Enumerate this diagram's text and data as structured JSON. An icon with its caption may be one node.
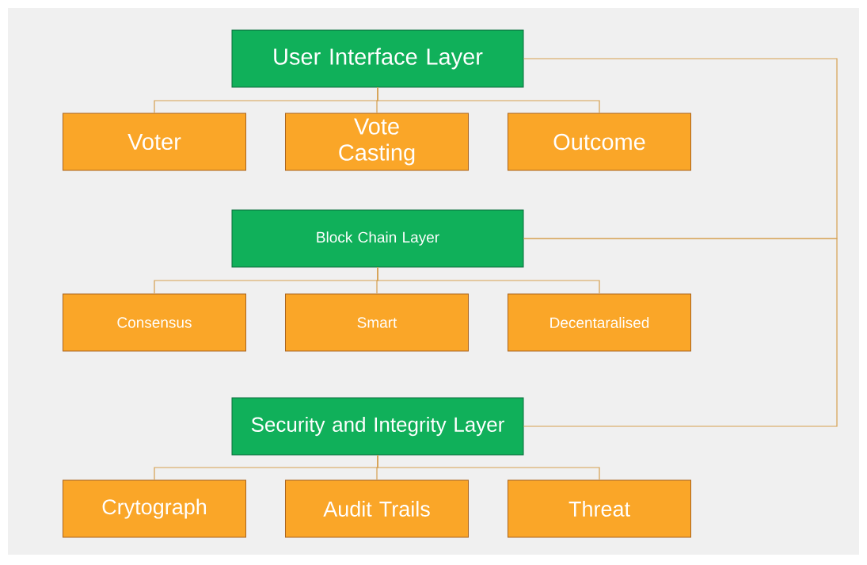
{
  "diagram": {
    "nodes": [
      {
        "text": [
          "User Interface Layer"
        ]
      },
      {
        "text": [
          "Voter"
        ]
      },
      {
        "text": [
          "Vote Casting"
        ]
      },
      {
        "text": [
          "Outcome"
        ]
      },
      {
        "text": [
          "Block Chain Layer"
        ]
      },
      {
        "text": [
          "Consensus"
        ]
      },
      {
        "text": [
          "Smart"
        ]
      },
      {
        "text": [
          "Decentaralised"
        ]
      },
      {
        "text": [
          "Security and Integrity Layer"
        ]
      },
      {
        "text": [
          "Crytograph"
        ]
      },
      {
        "text": [
          "Audit Trails"
        ]
      },
      {
        "text": [
          "Threat"
        ]
      }
    ],
    "edges": [
      {
        "from": 0,
        "to": 1,
        "arrow": "none"
      },
      {
        "from": 0,
        "to": 2,
        "arrow": "none"
      },
      {
        "from": 0,
        "to": 3,
        "arrow": "none"
      },
      {
        "from": 4,
        "to": 5,
        "arrow": "none"
      },
      {
        "from": 4,
        "to": 6,
        "arrow": "none"
      },
      {
        "from": 4,
        "to": 7,
        "arrow": "none"
      },
      {
        "from": 8,
        "to": 9,
        "arrow": "none"
      },
      {
        "from": 8,
        "to": 10,
        "arrow": "none"
      },
      {
        "from": 8,
        "to": 11,
        "arrow": "none"
      },
      {
        "from": 0,
        "to": 4,
        "arrow": "none"
      },
      {
        "from": 4,
        "to": 8,
        "arrow": "none"
      }
    ]
  }
}
